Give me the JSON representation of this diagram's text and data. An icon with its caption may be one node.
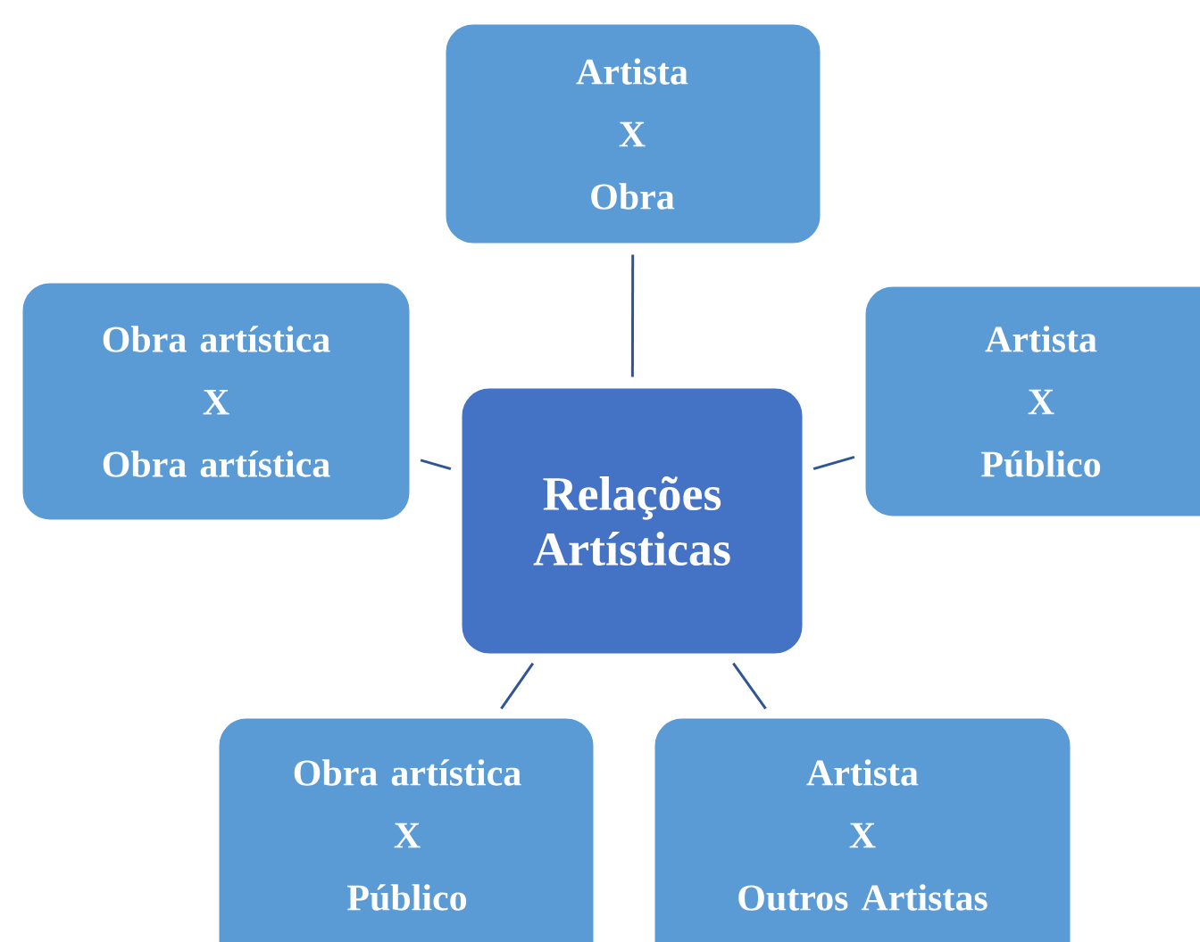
{
  "diagram": {
    "nodes": [
      {
        "text": [
          "Relações Artísticas"
        ]
      },
      {
        "text": [
          "Artista",
          "X",
          "Obra"
        ]
      },
      {
        "text": [
          "Obra artística",
          "X",
          "Obra artística"
        ]
      },
      {
        "text": [
          "Artista",
          "X",
          "Público"
        ]
      },
      {
        "text": [
          "Obra artística",
          "X",
          "Público"
        ]
      },
      {
        "text": [
          "Artista",
          "X",
          "Outros Artistas"
        ]
      }
    ],
    "edges": [
      {
        "from": 0,
        "to": 1,
        "arrow": "none"
      },
      {
        "from": 0,
        "to": 2,
        "arrow": "none"
      },
      {
        "from": 0,
        "to": 3,
        "arrow": "none"
      },
      {
        "from": 0,
        "to": 4,
        "arrow": "none"
      },
      {
        "from": 0,
        "to": 5,
        "arrow": "none"
      }
    ]
  }
}
